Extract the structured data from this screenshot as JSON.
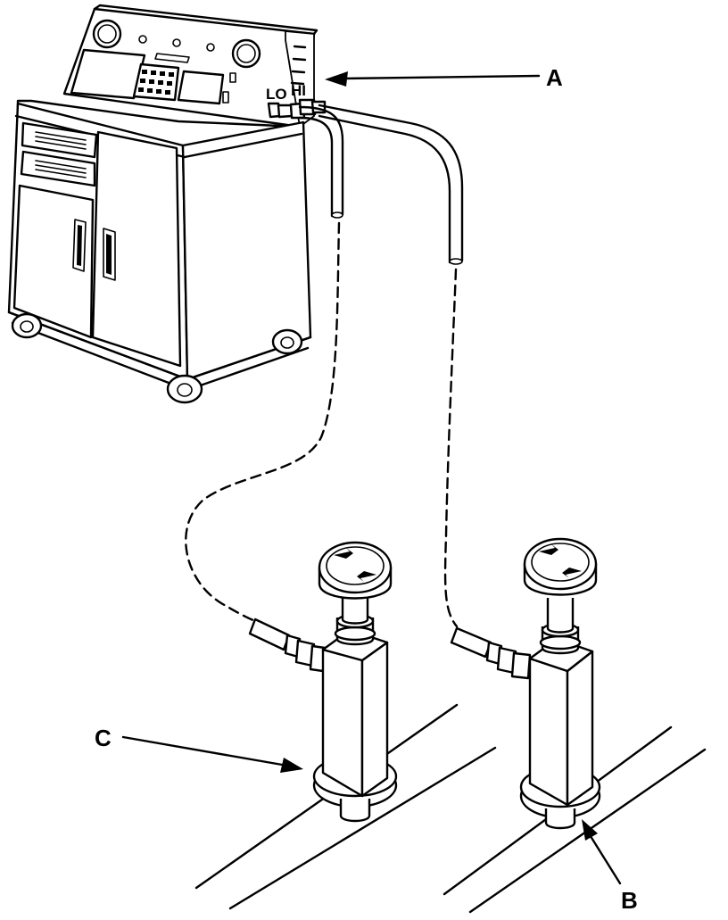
{
  "figure": {
    "callouts": {
      "a": "A",
      "b": "B",
      "c": "C"
    },
    "port_labels": {
      "lo": "LO",
      "hi": "HI"
    }
  }
}
